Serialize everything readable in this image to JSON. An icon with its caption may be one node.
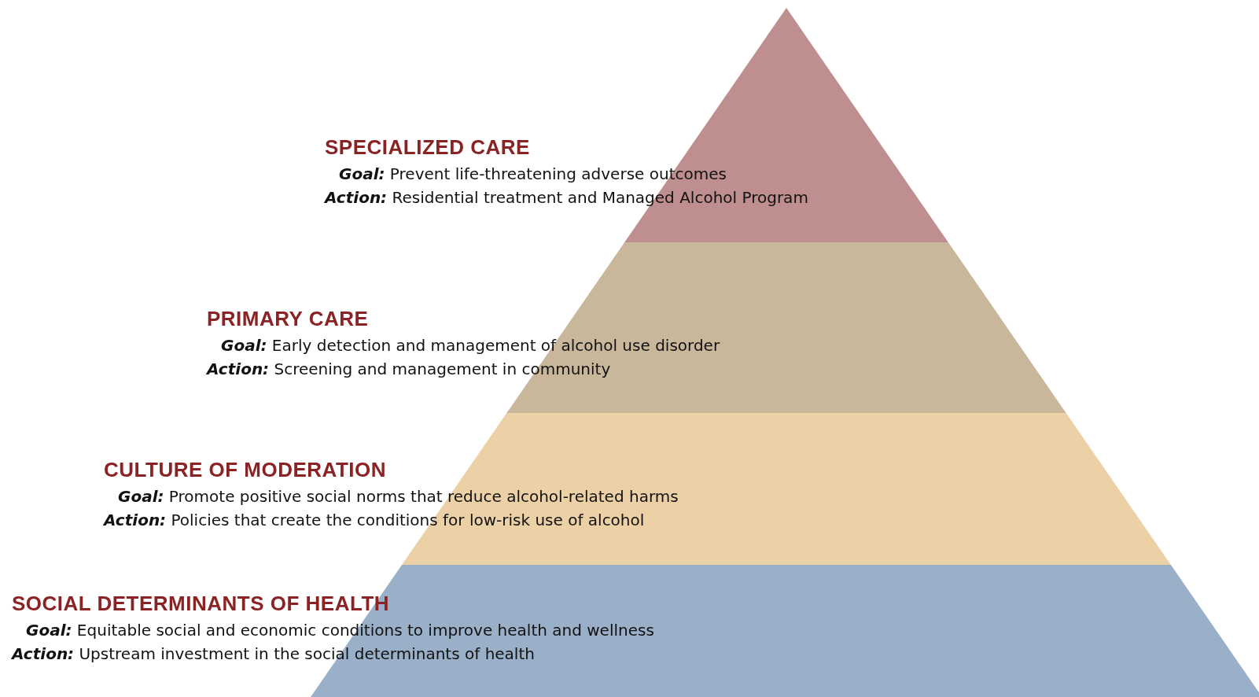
{
  "diagram": {
    "nodes": [
      {
        "text": [
          "SPECIALIZED CARE",
          "**Goal:** Prevent life-threatening adverse outcomes",
          "**Action:** Residential treatment and Managed Alcohol Program"
        ]
      },
      {
        "text": [
          "PRIMARY CARE",
          "**Goal:** Early detection and management of alcohol use disorder",
          "**Action:** Screening and management in community"
        ]
      },
      {
        "text": [
          "CULTURE OF MODERATION",
          "**Goal:** Promote positive social norms that reduce alcohol-related harms",
          "**Action:** Policies that create the conditions for low-risk use of alcohol"
        ]
      },
      {
        "text": [
          "SOCIAL DETERMINANTS OF HEALTH",
          "**Goal:** Equitable social and economic conditions to improve health and wellness",
          "**Action:** Upstream investment in the social determinants of health"
        ]
      }
    ]
  }
}
